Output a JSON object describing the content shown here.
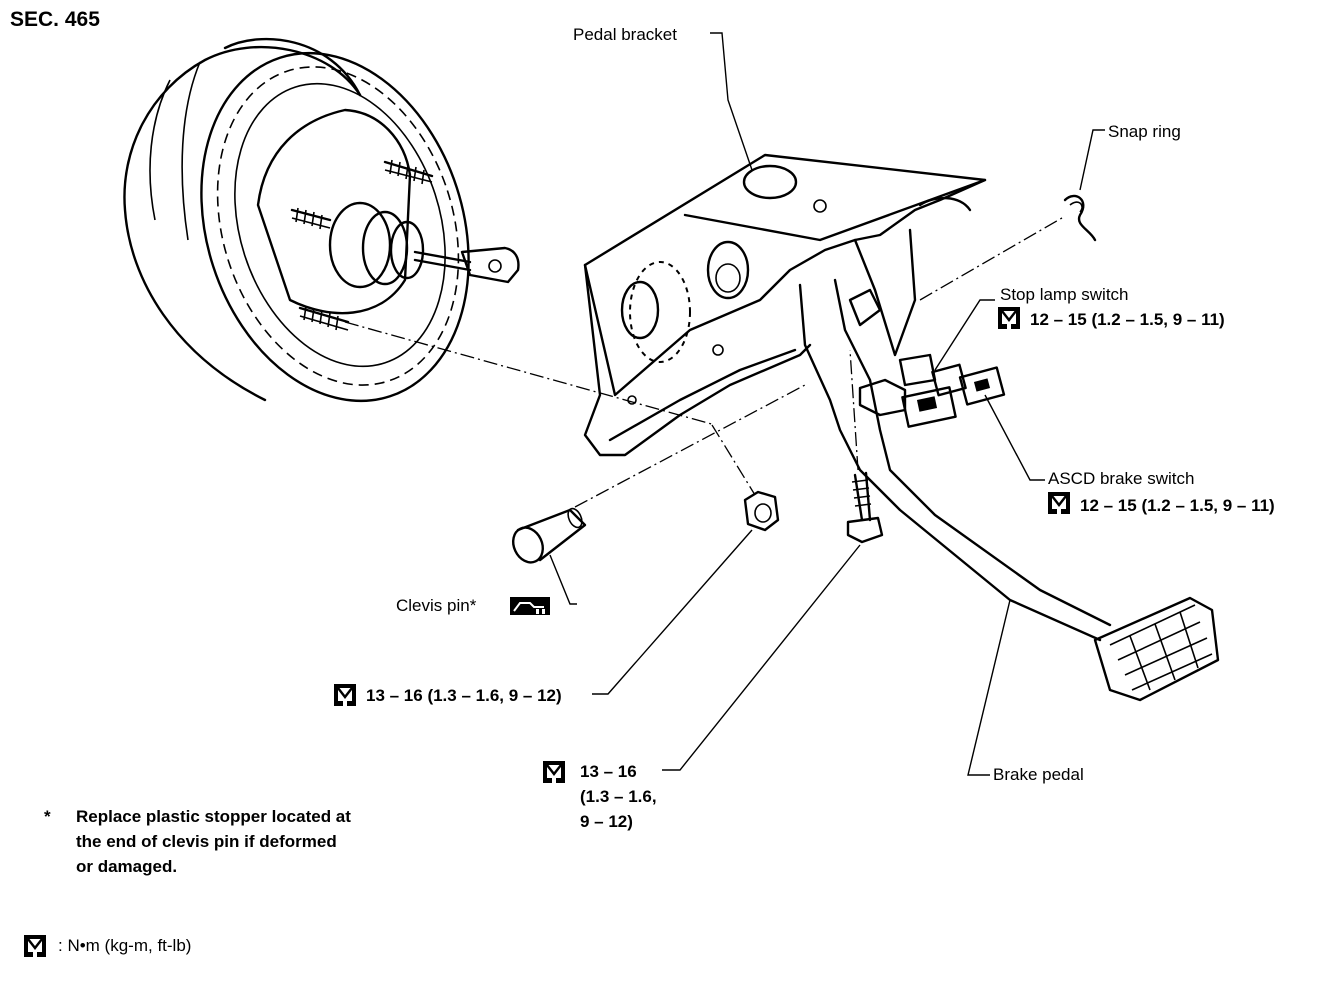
{
  "section": "SEC. 465",
  "labels": {
    "pedal_bracket": "Pedal bracket",
    "snap_ring": "Snap ring",
    "stop_lamp_switch": "Stop lamp switch",
    "stop_lamp_torque": "12 – 15 (1.2 – 1.5, 9 – 11)",
    "ascd_brake_switch": "ASCD brake switch",
    "ascd_torque": "12 – 15 (1.2 – 1.5, 9 – 11)",
    "clevis_pin": "Clevis pin*",
    "nut_torque": "13 – 16 (1.3 – 1.6, 9 – 12)",
    "bolt_torque_line1": "13 – 16",
    "bolt_torque_line2": "(1.3 – 1.6,",
    "bolt_torque_line3": "9 – 12)",
    "brake_pedal": "Brake pedal"
  },
  "note": {
    "marker": "*",
    "line1": "Replace plastic stopper located at",
    "line2": "the end of clevis pin if deformed",
    "line3": "or damaged."
  },
  "legend": {
    "text": ": N•m (kg-m, ft-lb)",
    "icon": "torque-wrench-icon"
  },
  "icons": {
    "torque": "torque-wrench-icon",
    "grease": "grease-icon"
  }
}
